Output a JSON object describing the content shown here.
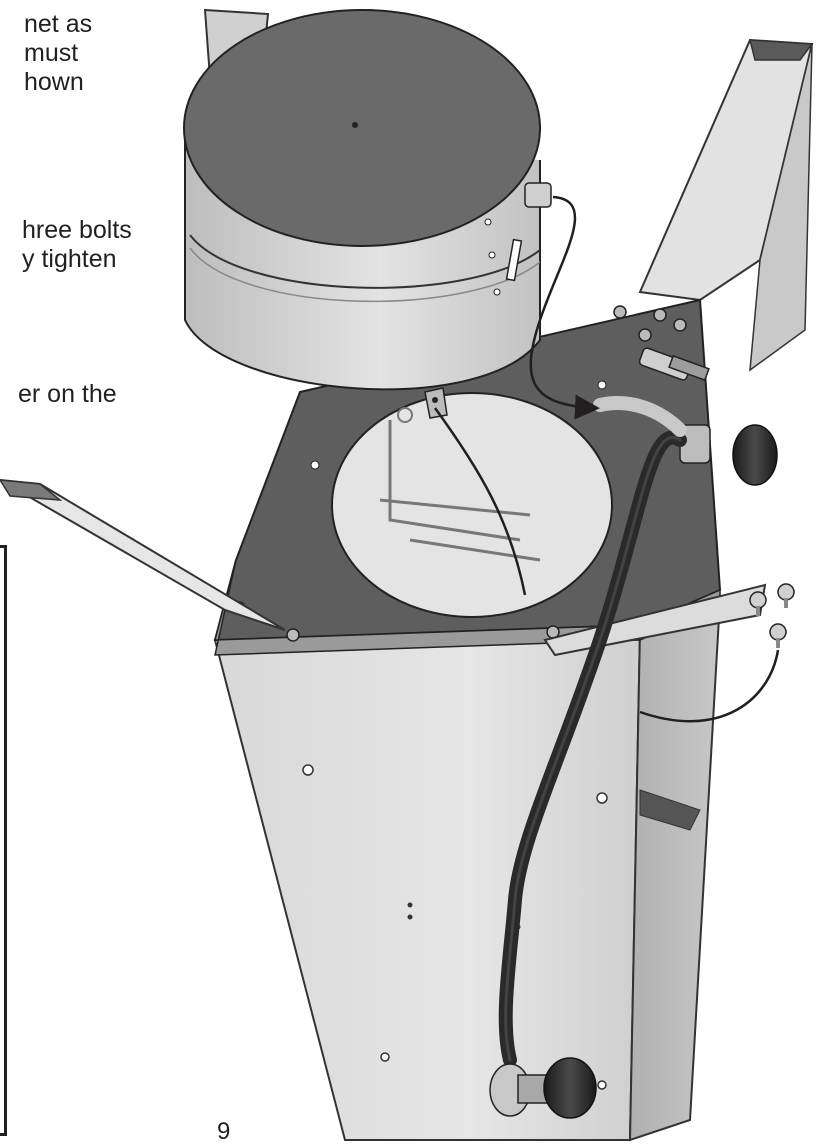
{
  "instructions": {
    "step1_lines": [
      "net as",
      "must",
      "hown"
    ],
    "step2_lines": [
      "hree bolts",
      "y tighten"
    ],
    "step3_lines": [
      "er on the"
    ]
  },
  "page_number": "9",
  "colors": {
    "ink": "#231f20",
    "steel_light": "#d6d6d6",
    "steel_mid": "#b4b4b4",
    "steel_dark": "#6a6a6a",
    "top_panel": "#5a5a5a",
    "hose": "#2a2a2a"
  },
  "icons": {
    "assembly_diagram": "gas-heater-assembly-drawing",
    "bolts": "bolt-icon"
  }
}
